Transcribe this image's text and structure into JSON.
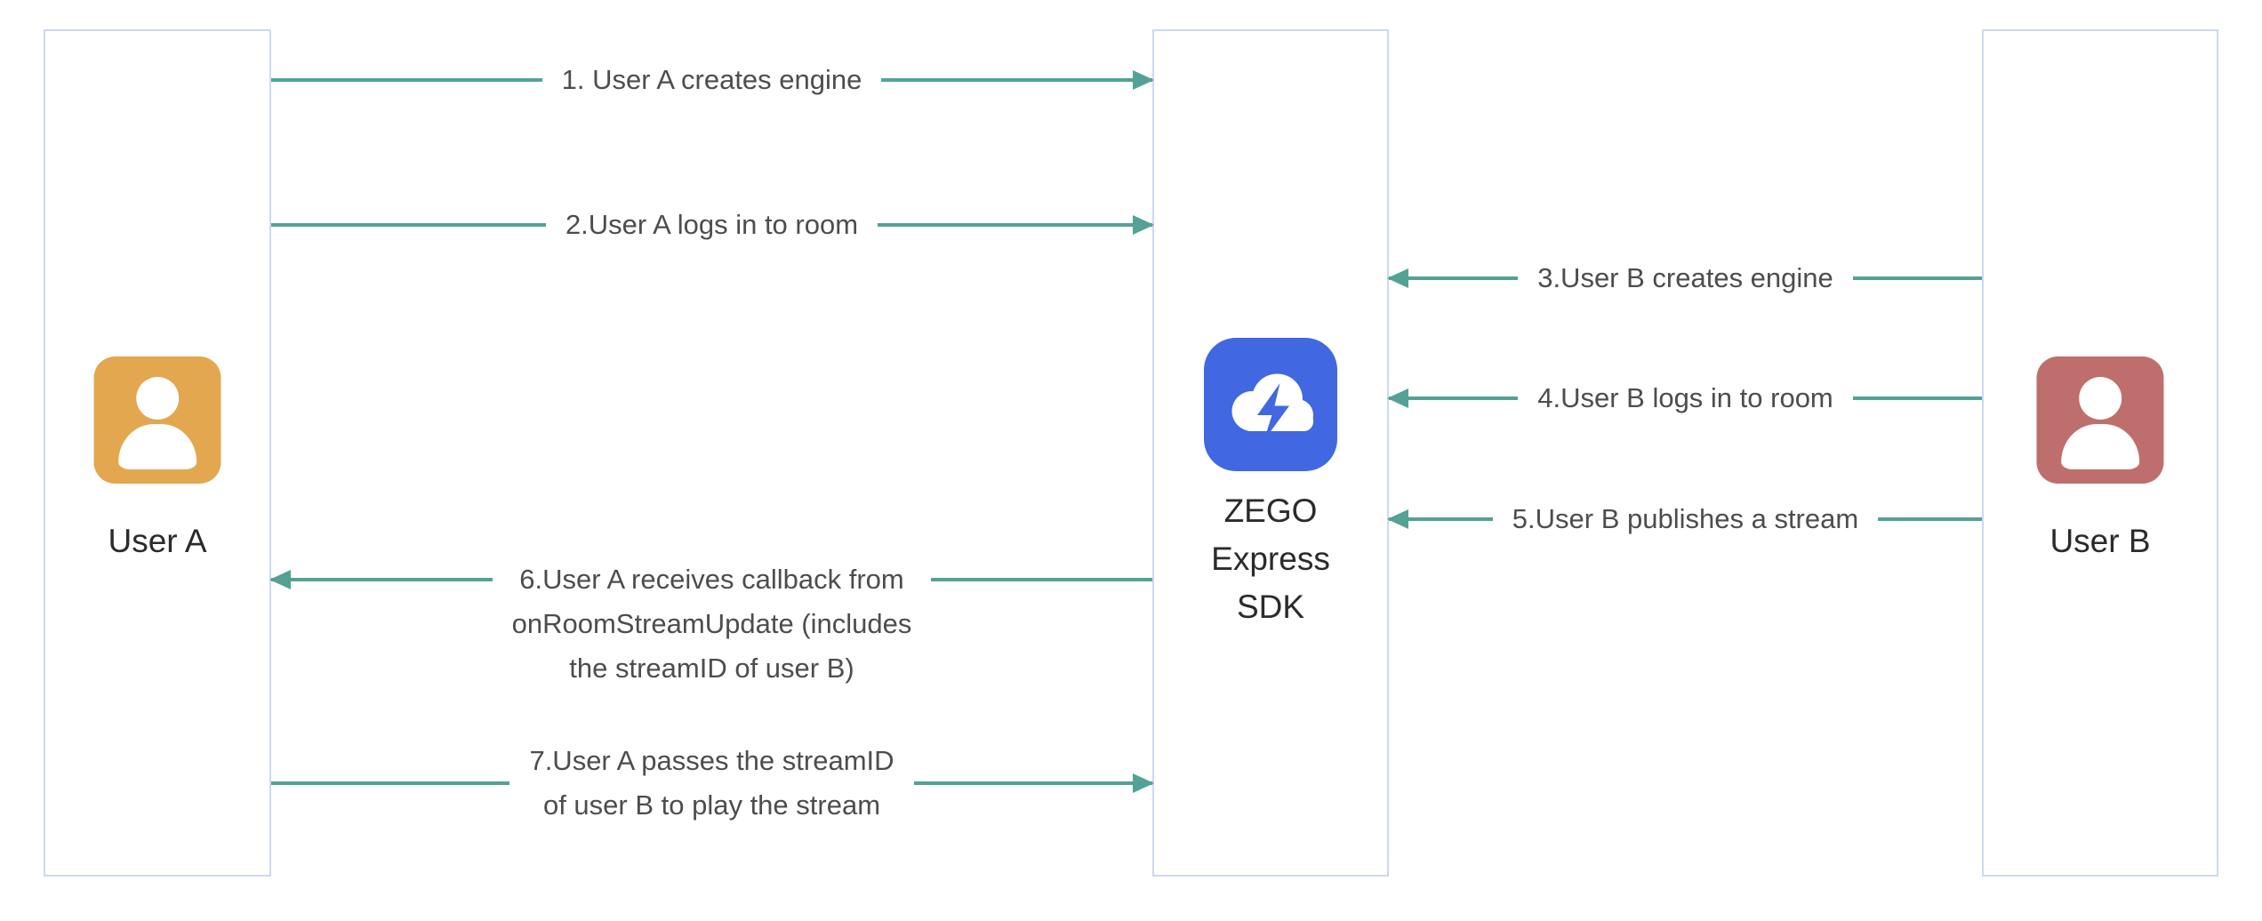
{
  "nodes": {
    "user_a": {
      "label": "User A"
    },
    "sdk": {
      "label_lines": [
        "ZEGO",
        "Express",
        "SDK"
      ]
    },
    "user_b": {
      "label": "User B"
    }
  },
  "arrows": [
    {
      "direction": "right",
      "lines": [
        "1. User A creates engine"
      ]
    },
    {
      "direction": "right",
      "lines": [
        "2.User A logs in to room"
      ]
    },
    {
      "direction": "left",
      "lines": [
        "3.User B creates engine"
      ]
    },
    {
      "direction": "left",
      "lines": [
        "4.User B logs in to room"
      ]
    },
    {
      "direction": "left",
      "lines": [
        "5.User B publishes a stream"
      ]
    },
    {
      "direction": "left",
      "lines": [
        "6.User A receives callback from",
        "onRoomStreamUpdate (includes",
        "the streamID of user B)"
      ]
    },
    {
      "direction": "right",
      "lines": [
        "7.User A passes the streamID",
        "of user B to play the stream"
      ]
    }
  ],
  "colors": {
    "arrow": "#54a295",
    "lane_border": "#cdd9f1",
    "avatar_a": "#e2a74f",
    "avatar_b": "#bf6e6e",
    "sdk_icon": "#4168e1",
    "label_text": "#4d4d4d",
    "node_text": "#2b2b2b"
  }
}
